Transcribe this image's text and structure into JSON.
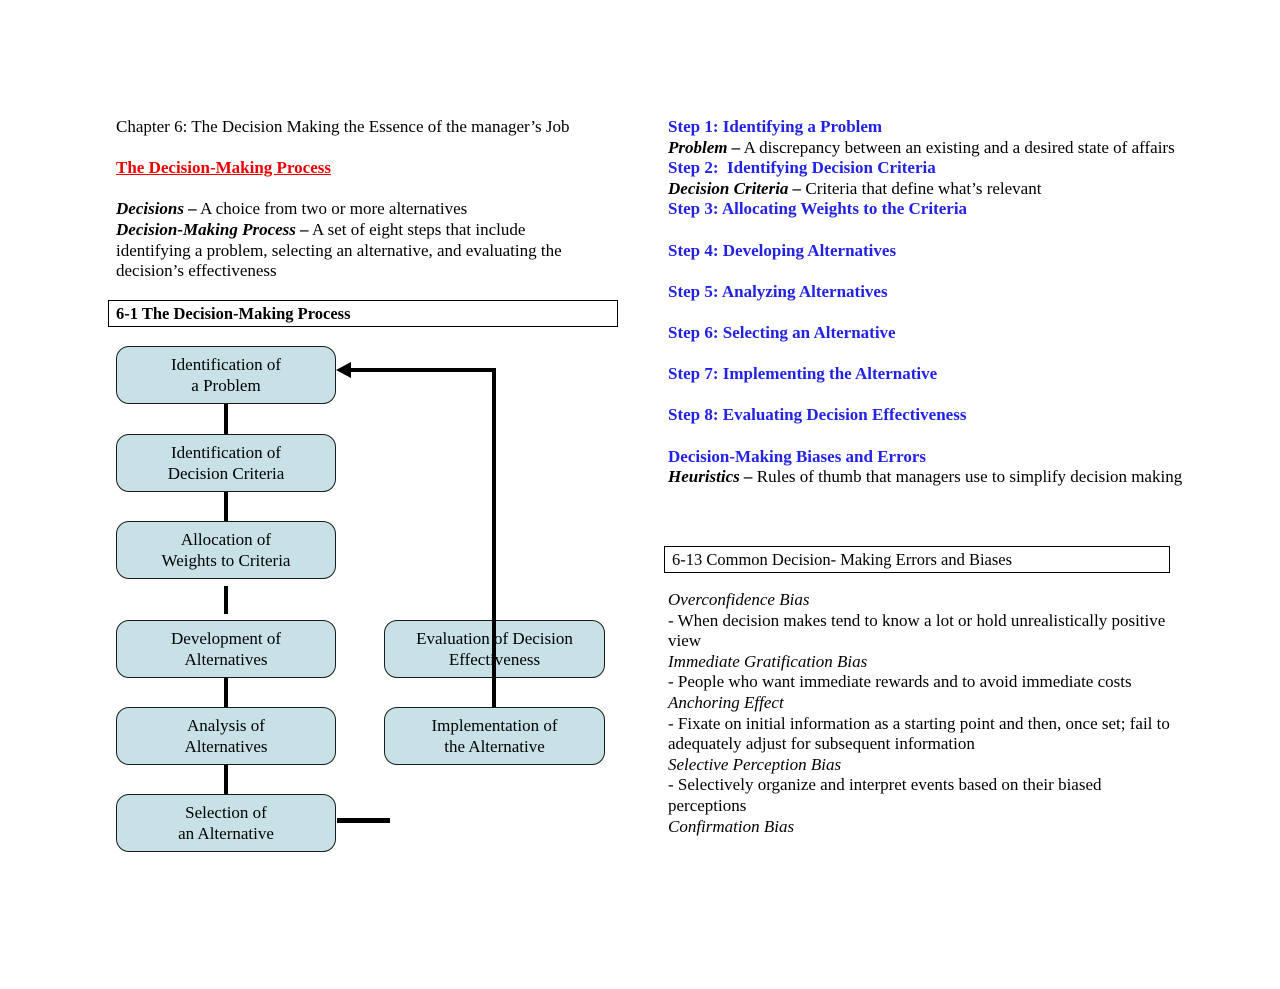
{
  "colors": {
    "heading_red": "#EE0000",
    "step_blue": "#2222E6",
    "flow_box_fill": "#C7E1E7"
  },
  "left": {
    "chapter_title": "Chapter 6: The Decision Making the Essence of the manager’s Job",
    "section_heading": "The Decision-Making Process",
    "definitions": [
      {
        "term": "Decisions –",
        "text": "A choice from two or more alternatives"
      },
      {
        "term": "Decision-Making Process –",
        "text": "A set of eight steps that include identifying a problem, selecting an alternative, and evaluating the decision’s effectiveness"
      }
    ],
    "figure_caption": "6-1 The Decision-Making Process",
    "flowchart_boxes": [
      {
        "lines": [
          "Identification of",
          "a Problem"
        ]
      },
      {
        "lines": [
          "Identification of",
          "Decision Criteria"
        ]
      },
      {
        "lines": [
          "Allocation of",
          "Weights to Criteria"
        ]
      },
      {
        "lines": [
          "Development of",
          "Alternatives"
        ]
      },
      {
        "lines": [
          "Analysis of",
          "Alternatives"
        ]
      },
      {
        "lines": [
          "Selection of",
          "an Alternative"
        ]
      },
      {
        "lines": [
          "Evaluation of Decision",
          "Effectiveness"
        ]
      },
      {
        "lines": [
          "Implementation of",
          "the Alternative"
        ]
      }
    ]
  },
  "right": {
    "steps": [
      {
        "heading": "Step 1: Identifying a Problem",
        "term": "Problem –",
        "definition": "A discrepancy between an existing and a desired state of affairs"
      },
      {
        "heading": "Step 2:  Identifying Decision Criteria",
        "term": "Decision Criteria –",
        "definition": "Criteria that define what’s relevant"
      },
      {
        "heading": "Step 3: Allocating Weights to the Criteria"
      },
      {
        "heading": "Step 4: Developing Alternatives"
      },
      {
        "heading": "Step 5: Analyzing Alternatives"
      },
      {
        "heading": "Step 6: Selecting an Alternative"
      },
      {
        "heading": "Step 7: Implementing the Alternative"
      },
      {
        "heading": "Step 8: Evaluating Decision Effectiveness"
      }
    ],
    "biases_heading": "Decision-Making Biases and Errors",
    "heuristics_term": "Heuristics –",
    "heuristics_text": "Rules of thumb that managers use to simplify decision making",
    "figure_caption": "6-13 Common Decision- Making Errors and Biases",
    "biases": [
      {
        "name": "Overconfidence Bias",
        "desc": "- When decision makes tend to know a lot or hold unrealistically positive view"
      },
      {
        "name": "Immediate Gratification Bias",
        "desc": "- People who want immediate rewards and to avoid immediate costs"
      },
      {
        "name": "Anchoring Effect",
        "desc": "- Fixate on initial information as a starting point and then, once set; fail to adequately adjust for subsequent information"
      },
      {
        "name": "Selective Perception Bias",
        "desc": "- Selectively organize and interpret events based on their biased perceptions"
      },
      {
        "name": "Confirmation Bias"
      }
    ]
  }
}
